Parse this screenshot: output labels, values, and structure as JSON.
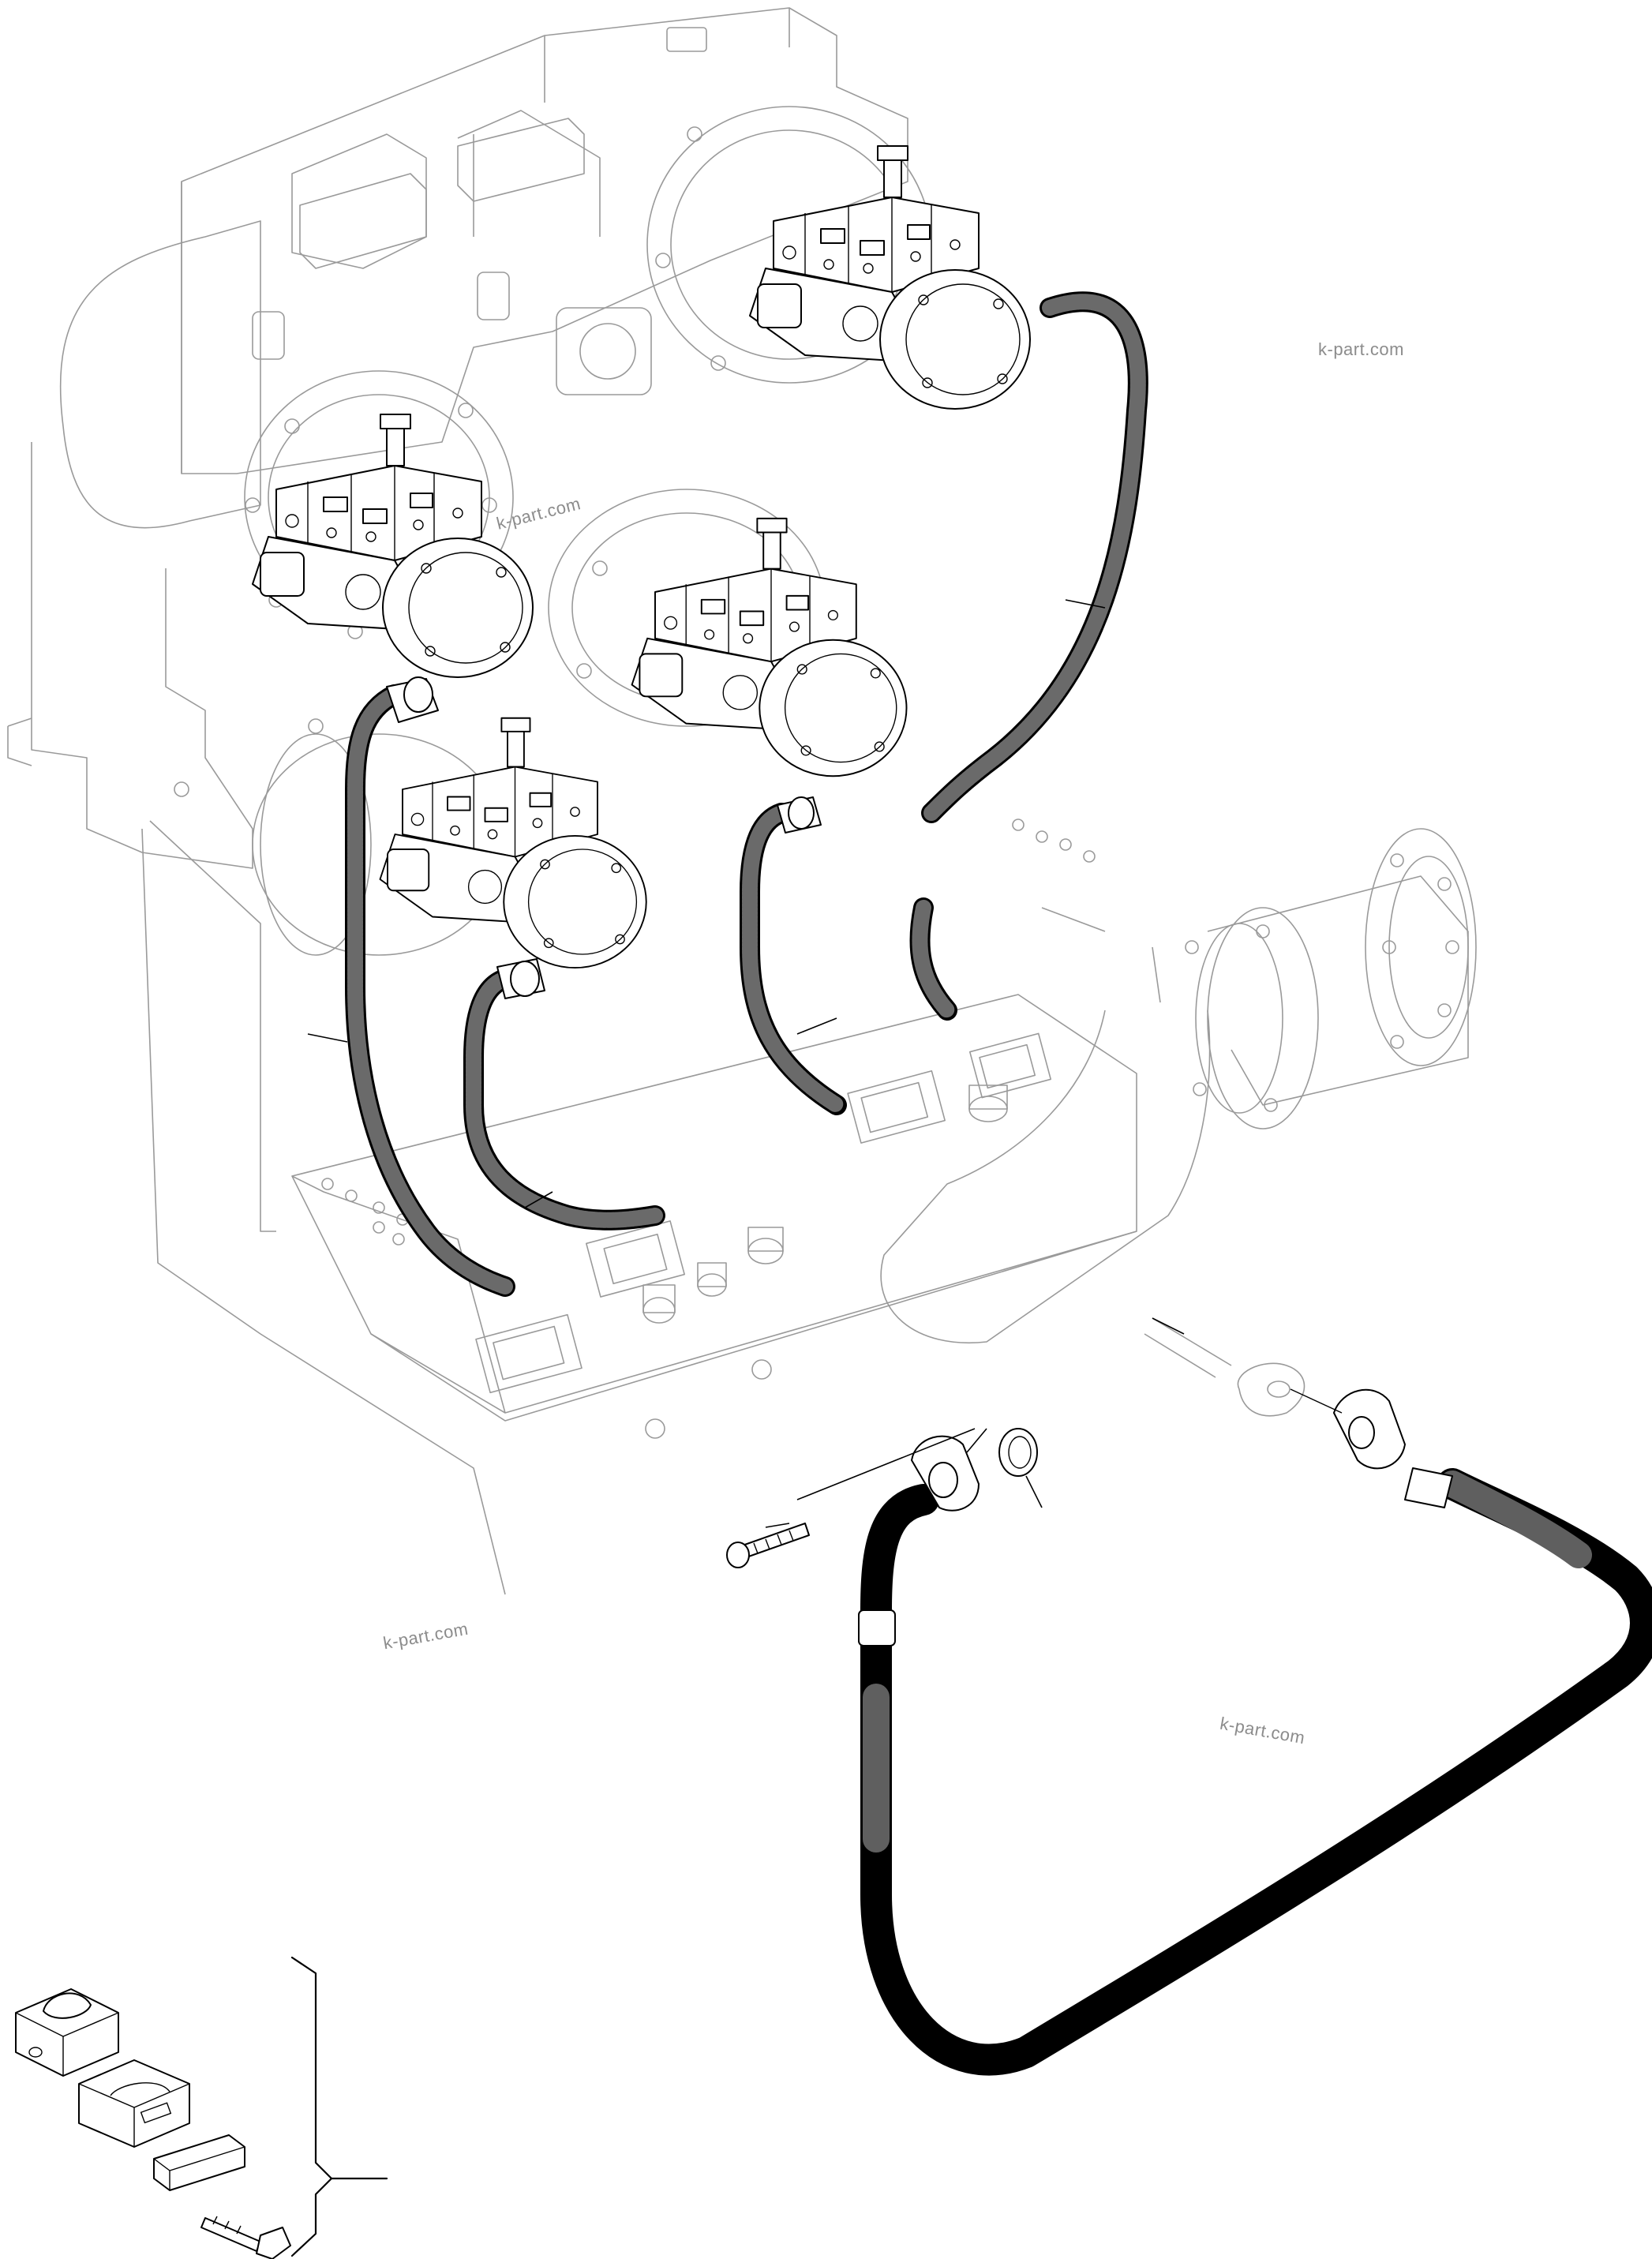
{
  "watermarks": [
    {
      "id": "wm-top-right",
      "text": "k-part.com"
    },
    {
      "id": "wm-center",
      "text": "k-part.com"
    },
    {
      "id": "wm-bottom-left",
      "text": "k-part.com"
    },
    {
      "id": "wm-lower-right",
      "text": "k-part.com"
    }
  ],
  "colors": {
    "line": "#000000",
    "ghost_line": "#9a9a9a",
    "hose_fill": "#6a6a6a",
    "background": "#ffffff"
  },
  "icons": {
    "pump_unit": "hydraulic-pump-icon",
    "hose": "hydraulic-hose-icon",
    "bolt": "bolt-icon",
    "clamp": "hose-clamp-icon",
    "o_ring": "o-ring-icon",
    "flange": "flange-icon",
    "bracket": "bracket-icon"
  }
}
